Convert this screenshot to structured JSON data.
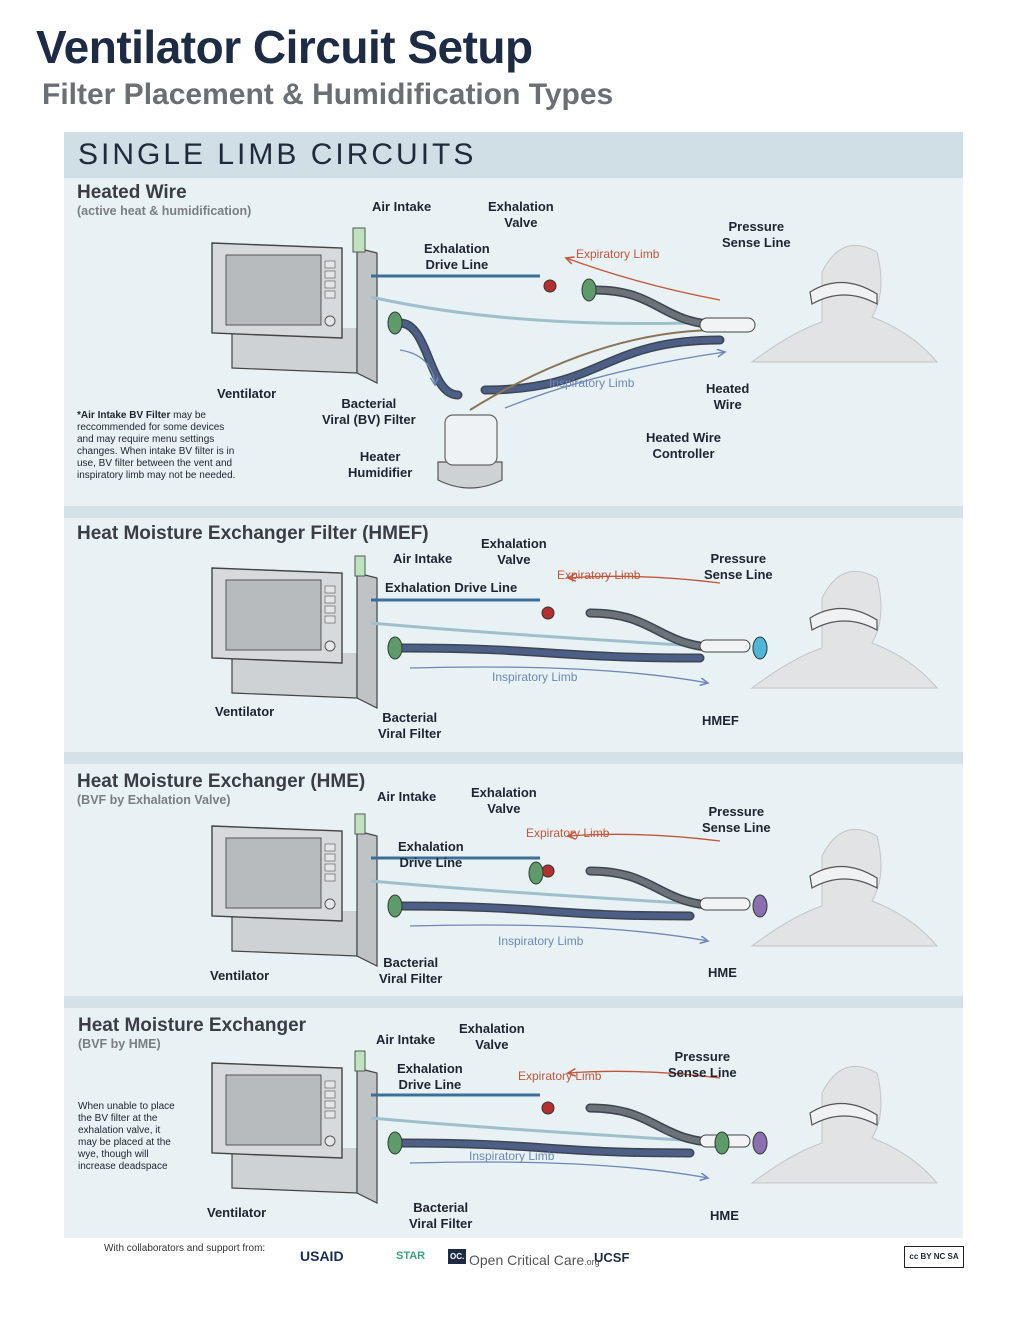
{
  "title": "Ventilator Circuit Setup",
  "subtitle": "Filter Placement & Humidification Types",
  "band": "SINGLE LIMB CIRCUITS",
  "sections": [
    {
      "title": "Heated Wire",
      "sub": "(active heat & humidification)",
      "labels": {
        "air_intake": "Air Intake",
        "exhalation_valve": "Exhalation\nValve",
        "exhalation_drive": "Exhalation\nDrive Line",
        "expiratory": "Expiratory Limb",
        "pressure": "Pressure\nSense Line",
        "ventilator": "Ventilator",
        "bv_filter": "Bacterial\nViral (BV) Filter",
        "inspiratory": "Inspiratory Limb",
        "heated_wire": "Heated\nWire",
        "controller": "Heated Wire\nController",
        "humidifier": "Heater\nHumidifier"
      },
      "note_title": "Air Intake BV Filter",
      "note_body": " may be reccommended for some devices and may require menu settings changes. When intake BV filter is in use, BV filter between the vent and inspiratory limb may not be needed."
    },
    {
      "title": "Heat Moisture Exchanger Filter (HMEF)",
      "labels": {
        "air_intake": "Air Intake",
        "exhalation_valve": "Exhalation\nValve",
        "exhalation_drive": "Exhalation Drive Line",
        "expiratory": "Expiratory Limb",
        "pressure": "Pressure\nSense Line",
        "ventilator": "Ventilator",
        "bv_filter": "Bacterial\nViral Filter",
        "inspiratory": "Inspiratory Limb",
        "device": "HMEF"
      }
    },
    {
      "title": "Heat Moisture Exchanger (HME)",
      "sub": "(BVF by Exhalation Valve)",
      "labels": {
        "air_intake": "Air Intake",
        "exhalation_valve": "Exhalation\nValve",
        "exhalation_drive": "Exhalation\nDrive Line",
        "expiratory": "Expiratory Limb",
        "pressure": "Pressure\nSense Line",
        "ventilator": "Ventilator",
        "bv_filter": "Bacterial\nViral Filter",
        "inspiratory": "Inspiratory Limb",
        "device": "HME"
      }
    },
    {
      "title": "Heat Moisture Exchanger",
      "sub": "(BVF by HME)",
      "labels": {
        "air_intake": "Air Intake",
        "exhalation_valve": "Exhalation\nValve",
        "exhalation_drive": "Exhalation\nDrive Line",
        "expiratory": "Expiratory Limb",
        "pressure": "Pressure\nSense Line",
        "ventilator": "Ventilator",
        "bv_filter": "Bacterial\nViral Filter",
        "inspiratory": "Inspiratory Limb",
        "device": "HME"
      },
      "note_body": "When unable to place the BV filter at the exhalation valve, it may be placed at the wye, though will increase deadspace"
    }
  ],
  "asterisk": "*",
  "footer": {
    "text": "With collaborators and support from:",
    "logos": [
      "USAID",
      "STAR",
      "Open Critical Care",
      "UCSF"
    ],
    "org_suffix": ".org",
    "ocd_badge": "OC.",
    "license": "cc BY NC SA"
  },
  "colors": {
    "expiratory": "#c4553c",
    "inspiratory": "#6f86b7",
    "filter_green": "#5f9a6a",
    "hmef_blue": "#4fb6d8",
    "hme_purple": "#8b6fb0"
  }
}
